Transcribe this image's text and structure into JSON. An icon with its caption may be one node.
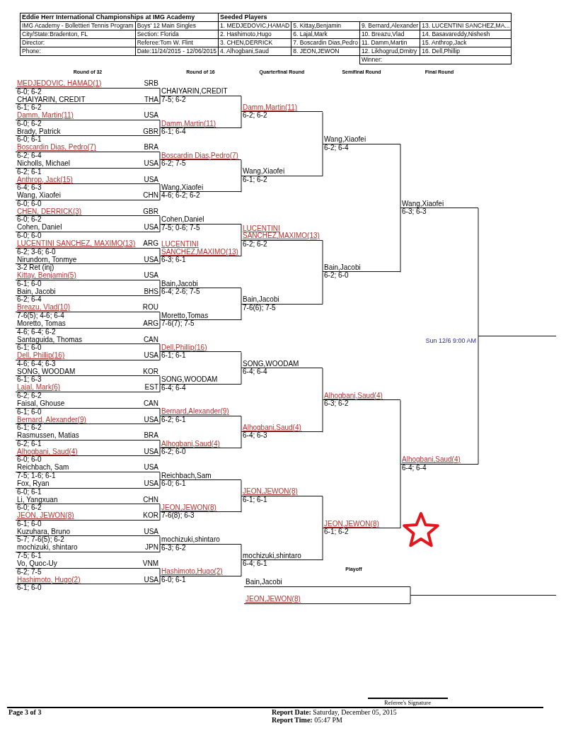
{
  "diagram": {
    "title": "Eddie Herr International Championships at IMG Academy",
    "nodes": [
      {
        "text": [
          "MEDJEDOVIC, HAMAD(1)",
          "SRB",
          "6-0; 6-2"
        ]
      },
      {
        "text": [
          "CHAIYARIN, CREDIT",
          "THA",
          "6-1; 6-2"
        ]
      },
      {
        "text": [
          "Damm, Martin(11)",
          "USA",
          "6-0; 6-2"
        ]
      },
      {
        "text": [
          "Brady, Patrick",
          "GBR",
          "6-0; 6-1"
        ]
      },
      {
        "text": [
          "Boscardin Dias, Pedro(7)",
          "BRA",
          "6-2; 6-4"
        ]
      },
      {
        "text": [
          "Nicholls, Michael",
          "USA",
          "6-2; 6-1"
        ]
      },
      {
        "text": [
          "Anthrop, Jack(15)",
          "USA",
          "6-4; 6-3"
        ]
      },
      {
        "text": [
          "Wang, Xiaofei",
          "CHN",
          "6-0; 6-0"
        ]
      },
      {
        "text": [
          "CHEN, DERRICK(3)",
          "GBR",
          "6-0; 6-2"
        ]
      },
      {
        "text": [
          "Cohen, Daniel",
          "USA",
          "6-0; 6-0"
        ]
      },
      {
        "text": [
          "LUCENTINI SANCHEZ, MAXIMO(13)",
          "ARG",
          "6-2; 3-6; 6-0"
        ]
      },
      {
        "text": [
          "Nirundorn, Tonmye",
          "USA",
          "3-2 Ret (inj)"
        ]
      },
      {
        "text": [
          "Kittay, Benjamin(5)",
          "USA",
          "6-1; 6-0"
        ]
      },
      {
        "text": [
          "Bain, Jacobi",
          "BHS",
          "6-2; 6-4"
        ]
      },
      {
        "text": [
          "Breazu, Vlad(10)",
          "ROU",
          "7-6(5); 4-6; 6-4"
        ]
      },
      {
        "text": [
          "Moretto, Tomas",
          "ARG",
          "4-6; 6-4; 6-2"
        ]
      },
      {
        "text": [
          "Santaguida, Thomas",
          "CAN",
          "6-1; 6-0"
        ]
      },
      {
        "text": [
          "Dell, Phillip(16)",
          "USA",
          "4-6; 6-4; 6-3"
        ]
      },
      {
        "text": [
          "SONG, WOODAM",
          "KOR",
          "6-1; 6-3"
        ]
      },
      {
        "text": [
          "Lajal, Mark(6)",
          "EST",
          "6-2; 6-2"
        ]
      },
      {
        "text": [
          "Faisal, Ghouse",
          "CAN",
          "6-1; 6-0"
        ]
      },
      {
        "text": [
          "Bernard, Alexander(9)",
          "USA",
          "6-1; 6-2"
        ]
      },
      {
        "text": [
          "Rasmussen, Matias",
          "BRA",
          "6-2; 6-1"
        ]
      },
      {
        "text": [
          "Alhogbani, Saud(4)",
          "USA",
          "6-0; 6-0"
        ]
      },
      {
        "text": [
          "Reichbach, Sam",
          "USA",
          "7-5; 1-6; 6-1"
        ]
      },
      {
        "text": [
          "Fox, Ryan",
          "USA",
          "6-0; 6-1"
        ]
      },
      {
        "text": [
          "Li, Yangxuan",
          "CHN",
          "6-0; 6-2"
        ]
      },
      {
        "text": [
          "JEON, JEWON(8)",
          "KOR",
          "6-1; 6-0"
        ]
      },
      {
        "text": [
          "Kuzuhara, Bruno",
          "USA",
          "5-7; 7-6(5); 6-2"
        ]
      },
      {
        "text": [
          "mochizuki, shintaro",
          "JPN",
          "7-5; 6-1"
        ]
      },
      {
        "text": [
          "Vo, Quoc-Uy",
          "VNM",
          "6-2; 7-5"
        ]
      },
      {
        "text": [
          "Hashimoto, Hugo(2)",
          "USA",
          "6-1; 6-0"
        ]
      },
      {
        "text": [
          "CHAIYARIN,CREDIT",
          "7-5; 6-2"
        ]
      },
      {
        "text": [
          "Damm,Martin(11)",
          "6-1; 6-4"
        ]
      },
      {
        "text": [
          "Boscardin Dias,Pedro(7)",
          "6-2; 7-5"
        ]
      },
      {
        "text": [
          "Wang,Xiaofei",
          "4-6; 6-2; 6-2"
        ]
      },
      {
        "text": [
          "Cohen,Daniel",
          "7-5; 0-6; 7-5"
        ]
      },
      {
        "text": [
          "LUCENTINI SANCHEZ,MAXIMO(13)",
          "6-3; 6-1"
        ]
      },
      {
        "text": [
          "Bain,Jacobi",
          "6-4; 2-6; 7-5"
        ]
      },
      {
        "text": [
          "Moretto,Tomas",
          "7-6(7); 7-5"
        ]
      },
      {
        "text": [
          "Dell,Phillip(16)",
          "6-1; 6-1"
        ]
      },
      {
        "text": [
          "SONG,WOODAM",
          "6-4; 6-4"
        ]
      },
      {
        "text": [
          "Bernard,Alexander(9)",
          "6-2; 6-1"
        ]
      },
      {
        "text": [
          "Alhogbani,Saud(4)",
          "6-2; 6-0"
        ]
      },
      {
        "text": [
          "Reichbach,Sam",
          "6-0; 6-1"
        ]
      },
      {
        "text": [
          "JEON,JEWON(8)",
          "7-6(8); 6-3"
        ]
      },
      {
        "text": [
          "mochizuki,shintaro",
          "6-3; 6-2"
        ]
      },
      {
        "text": [
          "Hashimoto,Hugo(2)",
          "6-0; 6-1"
        ]
      },
      {
        "text": [
          "Damm,Martin(11)",
          "6-2; 6-2"
        ]
      },
      {
        "text": [
          "Wang,Xiaofei",
          "6-1; 6-2"
        ]
      },
      {
        "text": [
          "LUCENTINI SANCHEZ,MAXIMO(13)",
          "6-2; 6-2"
        ]
      },
      {
        "text": [
          "Bain,Jacobi",
          "7-6(6); 7-5"
        ]
      },
      {
        "text": [
          "SONG,WOODAM",
          "6-4; 6-4"
        ]
      },
      {
        "text": [
          "Alhogbani,Saud(4)",
          "6-4; 6-3"
        ]
      },
      {
        "text": [
          "JEON,JEWON(8)",
          "6-1; 6-1"
        ]
      },
      {
        "text": [
          "mochizuki,shintaro",
          "6-4; 6-1"
        ]
      },
      {
        "text": [
          "Wang,Xiaofei",
          "6-2; 6-4"
        ]
      },
      {
        "text": [
          "Bain,Jacobi",
          "6-2; 6-0"
        ]
      },
      {
        "text": [
          "Alhogbani,Saud(4)",
          "6-3; 6-2"
        ]
      },
      {
        "text": [
          "JEON,JEWON(8)",
          "6-1; 6-2"
        ]
      },
      {
        "text": [
          "Wang,Xiaofei",
          "6-3; 6-3"
        ]
      },
      {
        "text": [
          "Alhogbani,Saud(4)",
          "6-4; 6-4"
        ]
      },
      {
        "text": [],
        "shape": "line",
        "beside": [
          "Sun 12/6 9:00 AM"
        ]
      },
      {
        "text": [
          "Bain,Jacobi"
        ]
      },
      {
        "text": [
          "JEON,JEWON(8)"
        ]
      },
      {
        "text": [],
        "shape": "line"
      }
    ],
    "edges": [
      {
        "from": 0,
        "to": 32,
        "arrow": "none"
      },
      {
        "from": 1,
        "to": 32,
        "arrow": "none"
      },
      {
        "from": 2,
        "to": 33,
        "arrow": "none"
      },
      {
        "from": 3,
        "to": 33,
        "arrow": "none"
      },
      {
        "from": 4,
        "to": 34,
        "arrow": "none"
      },
      {
        "from": 5,
        "to": 34,
        "arrow": "none"
      },
      {
        "from": 6,
        "to": 35,
        "arrow": "none"
      },
      {
        "from": 7,
        "to": 35,
        "arrow": "none"
      },
      {
        "from": 8,
        "to": 36,
        "arrow": "none"
      },
      {
        "from": 9,
        "to": 36,
        "arrow": "none"
      },
      {
        "from": 10,
        "to": 37,
        "arrow": "none"
      },
      {
        "from": 11,
        "to": 37,
        "arrow": "none"
      },
      {
        "from": 12,
        "to": 38,
        "arrow": "none"
      },
      {
        "from": 13,
        "to": 38,
        "arrow": "none"
      },
      {
        "from": 14,
        "to": 39,
        "arrow": "none"
      },
      {
        "from": 15,
        "to": 39,
        "arrow": "none"
      },
      {
        "from": 16,
        "to": 40,
        "arrow": "none"
      },
      {
        "from": 17,
        "to": 40,
        "arrow": "none"
      },
      {
        "from": 18,
        "to": 41,
        "arrow": "none"
      },
      {
        "from": 19,
        "to": 41,
        "arrow": "none"
      },
      {
        "from": 20,
        "to": 42,
        "arrow": "none"
      },
      {
        "from": 21,
        "to": 42,
        "arrow": "none"
      },
      {
        "from": 22,
        "to": 43,
        "arrow": "none"
      },
      {
        "from": 23,
        "to": 43,
        "arrow": "none"
      },
      {
        "from": 24,
        "to": 44,
        "arrow": "none"
      },
      {
        "from": 25,
        "to": 44,
        "arrow": "none"
      },
      {
        "from": 26,
        "to": 45,
        "arrow": "none"
      },
      {
        "from": 27,
        "to": 45,
        "arrow": "none"
      },
      {
        "from": 28,
        "to": 46,
        "arrow": "none"
      },
      {
        "from": 29,
        "to": 46,
        "arrow": "none"
      },
      {
        "from": 30,
        "to": 47,
        "arrow": "none"
      },
      {
        "from": 31,
        "to": 47,
        "arrow": "none"
      },
      {
        "from": 32,
        "to": 48,
        "arrow": "none"
      },
      {
        "from": 33,
        "to": 48,
        "arrow": "none"
      },
      {
        "from": 34,
        "to": 49,
        "arrow": "none"
      },
      {
        "from": 35,
        "to": 49,
        "arrow": "none"
      },
      {
        "from": 36,
        "to": 50,
        "arrow": "none"
      },
      {
        "from": 37,
        "to": 50,
        "arrow": "none"
      },
      {
        "from": 38,
        "to": 51,
        "arrow": "none"
      },
      {
        "from": 39,
        "to": 51,
        "arrow": "none"
      },
      {
        "from": 40,
        "to": 52,
        "arrow": "none"
      },
      {
        "from": 41,
        "to": 52,
        "arrow": "none"
      },
      {
        "from": 42,
        "to": 53,
        "arrow": "none"
      },
      {
        "from": 43,
        "to": 53,
        "arrow": "none"
      },
      {
        "from": 44,
        "to": 54,
        "arrow": "none"
      },
      {
        "from": 45,
        "to": 54,
        "arrow": "none"
      },
      {
        "from": 46,
        "to": 55,
        "arrow": "none"
      },
      {
        "from": 47,
        "to": 55,
        "arrow": "none"
      },
      {
        "from": 48,
        "to": 56,
        "arrow": "none"
      },
      {
        "from": 49,
        "to": 56,
        "arrow": "none"
      },
      {
        "from": 50,
        "to": 57,
        "arrow": "none"
      },
      {
        "from": 51,
        "to": 57,
        "arrow": "none"
      },
      {
        "from": 52,
        "to": 58,
        "arrow": "none"
      },
      {
        "from": 53,
        "to": 58,
        "arrow": "none"
      },
      {
        "from": 54,
        "to": 59,
        "arrow": "none"
      },
      {
        "from": 55,
        "to": 59,
        "arrow": "none"
      },
      {
        "from": 56,
        "to": 60,
        "arrow": "none"
      },
      {
        "from": 57,
        "to": 60,
        "arrow": "none"
      },
      {
        "from": 58,
        "to": 61,
        "arrow": "none"
      },
      {
        "from": 59,
        "to": 61,
        "arrow": "none"
      },
      {
        "from": 60,
        "to": 62,
        "arrow": "none"
      },
      {
        "from": 61,
        "to": 62,
        "arrow": "none"
      },
      {
        "from": 63,
        "to": 65,
        "arrow": "none"
      },
      {
        "from": 64,
        "to": 65,
        "arrow": "none"
      }
    ],
    "labels": [
      "Seeded Players",
      "IMG Academy - Bollettieri Tennis Program",
      "Boys' 12 Main Singles",
      "1. MEDJEDOVIC,HAMAD",
      "5. Kittay,Benjamin",
      "9. Bernard,Alexander",
      "13. LUCENTINI SANCHEZ,MA...",
      "City/State:Bradenton, FL",
      "Section: Florida",
      "2. Hashimoto,Hugo",
      "6. Lajal,Mark",
      "10. Breazu,Vlad",
      "14. Basavareddy,Nishesh",
      "Director:",
      "Referee:Tom W. Flint",
      "3. CHEN,DERRICK",
      "7. Boscardin Dias,Pedro",
      "11. Damm,Martin",
      "15. Anthrop,Jack",
      "Phone:",
      "Date:11/24/2015 - 12/06/2015",
      "4. Alhogbani,Saud",
      "8. JEON,JEWON",
      "12. Likhogrud,Dmitry",
      "16. Dell,Phillip",
      "Winner:",
      "Round of 32",
      "Round of 16",
      "Quarterfinal Round",
      "Semifinal Round",
      "Final Round",
      "Playoff",
      "Referee's Signature",
      "Page 3 of 3",
      "**Report Date:** Saturday, December 05, 2015",
      "**Report Time:** 05:47 PM"
    ]
  }
}
